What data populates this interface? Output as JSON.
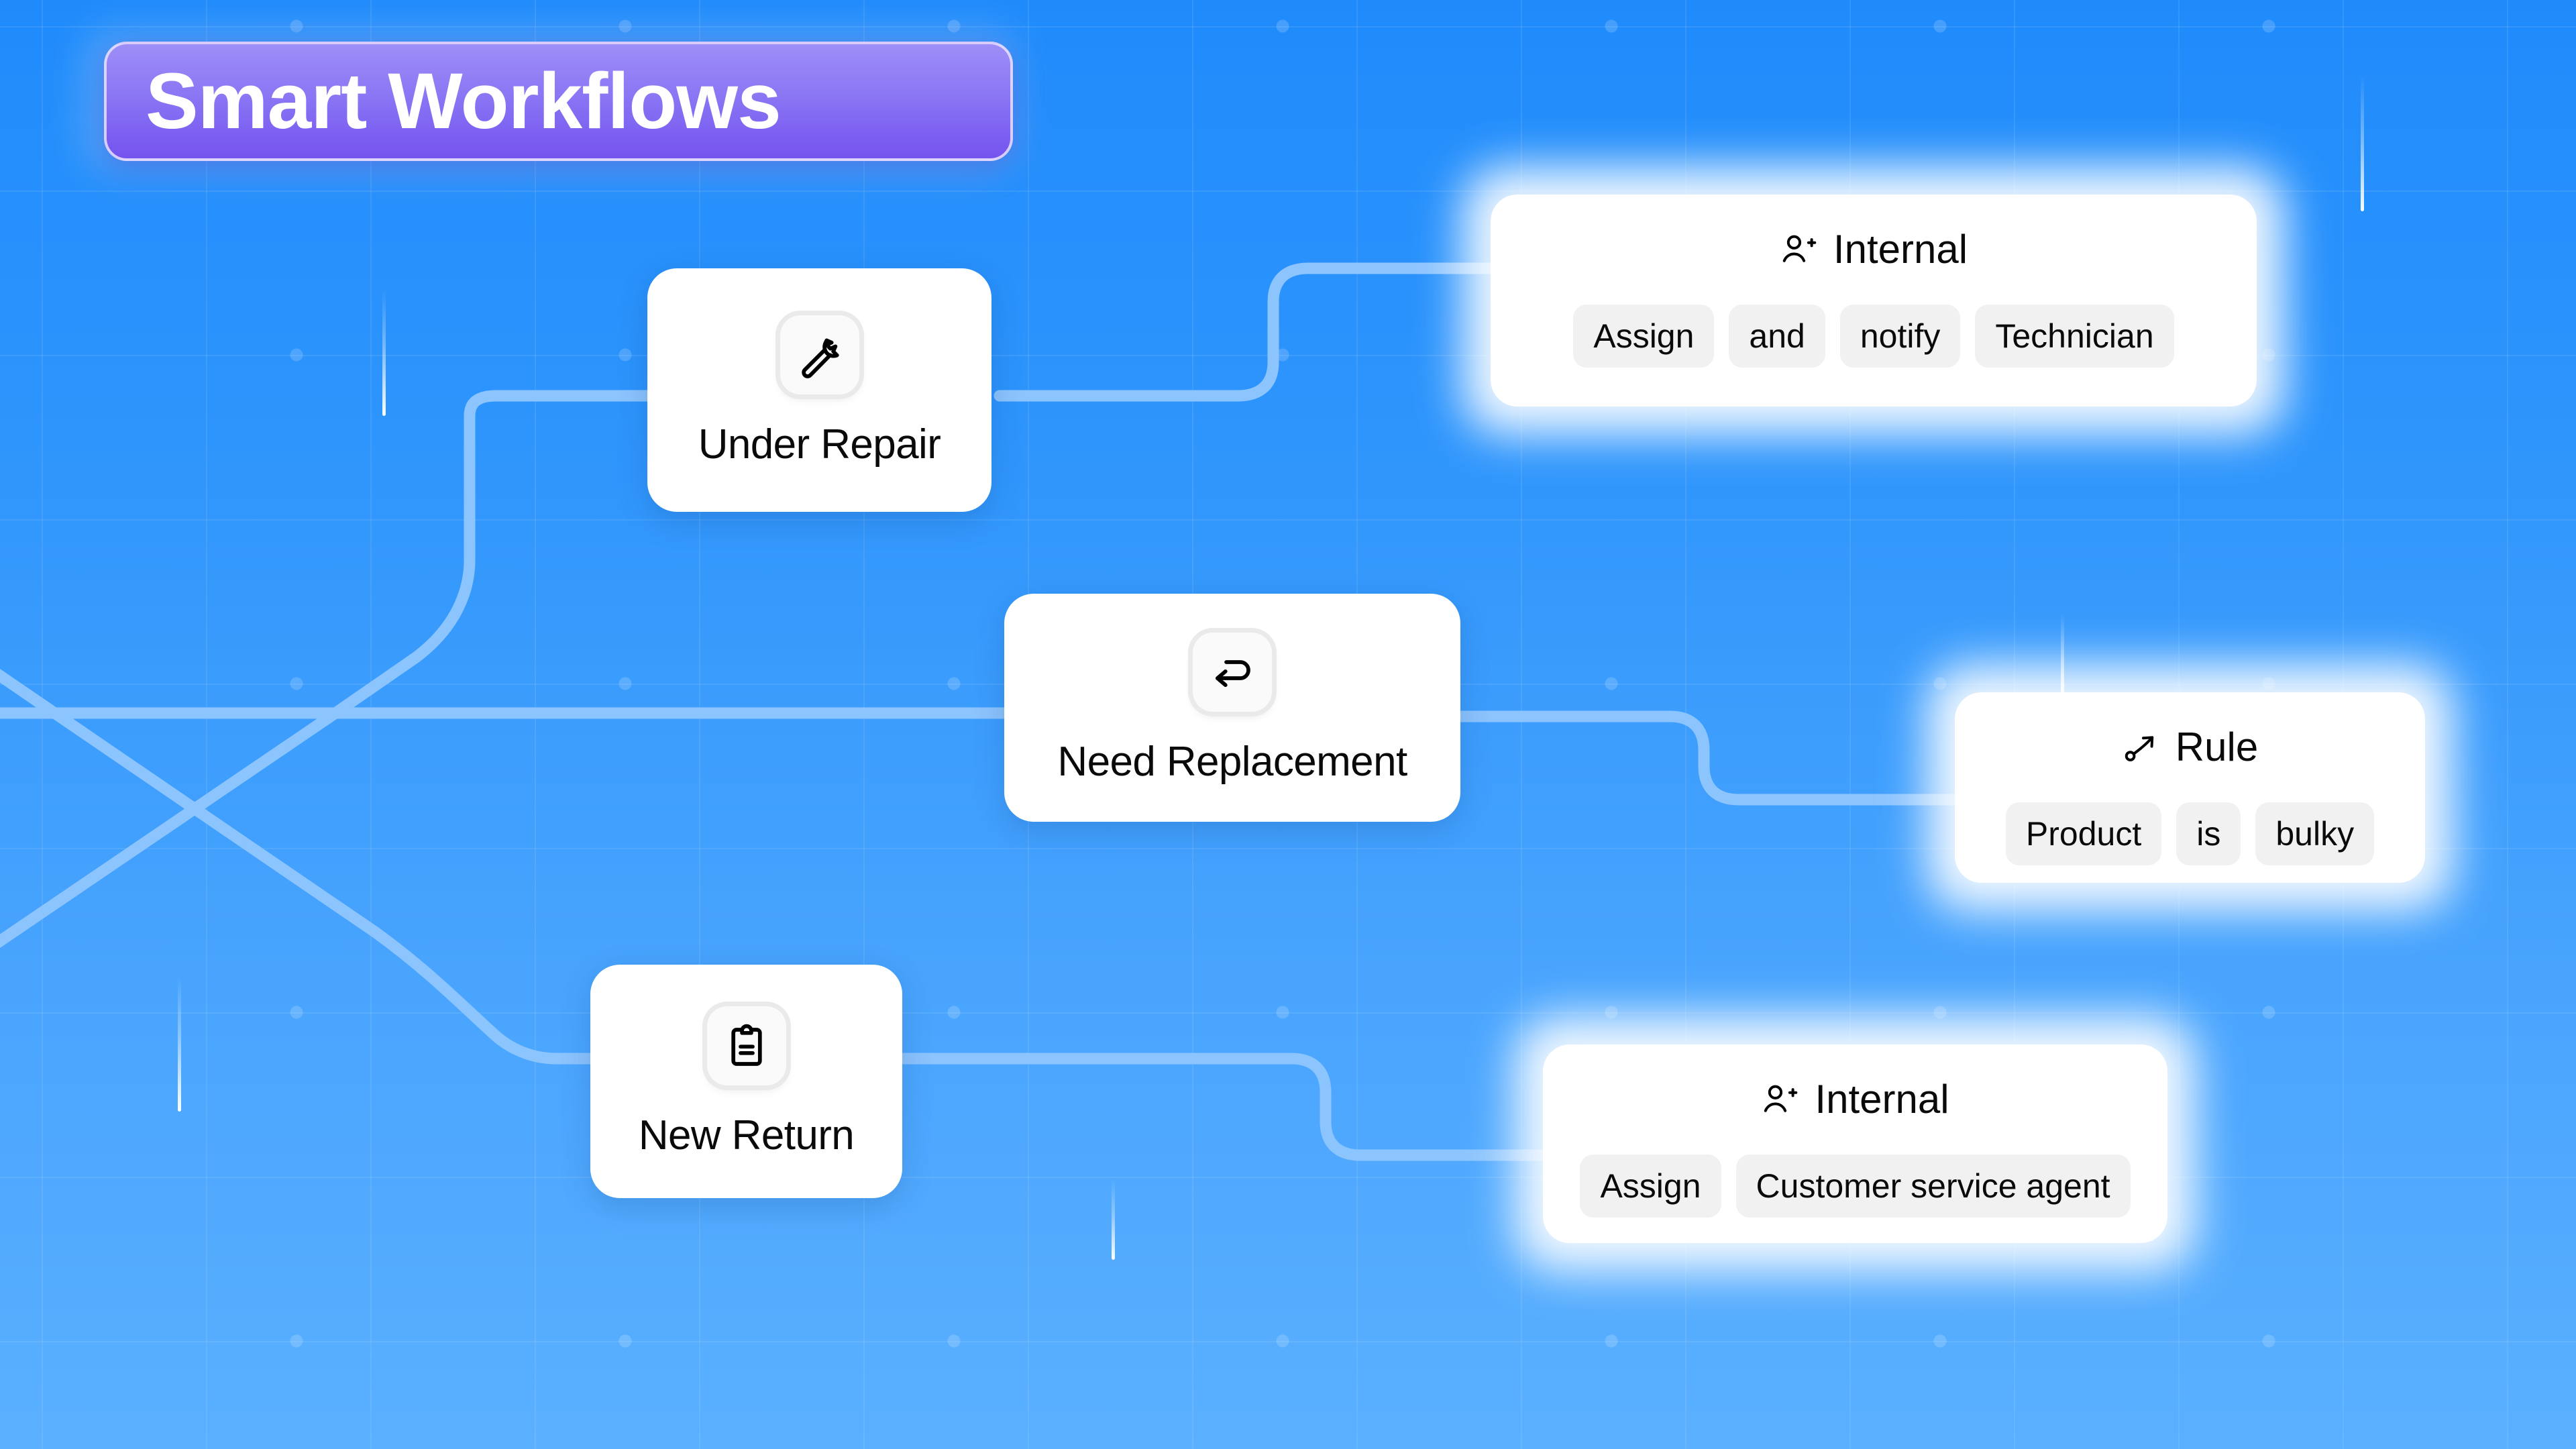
{
  "header": {
    "title": "Smart Workflows",
    "badge_gradient_top": "#9d8ef7",
    "badge_gradient_bottom": "#7453ef"
  },
  "canvas": {
    "background_top": "#1f8bfb",
    "background_bottom": "#5bb0ff",
    "connector_color": "#8cc4fd"
  },
  "nodes": [
    {
      "id": "under-repair",
      "label": "Under Repair",
      "icon": "wrench-icon"
    },
    {
      "id": "need-replacement",
      "label": "Need Replacement",
      "icon": "return-arrow-icon"
    },
    {
      "id": "new-return",
      "label": "New Return",
      "icon": "clipboard-icon"
    }
  ],
  "actions": [
    {
      "id": "internal-technician",
      "title": "Internal",
      "icon": "user-plus-icon",
      "pills": [
        "Assign",
        "and",
        "notify",
        "Technician"
      ]
    },
    {
      "id": "rule-bulky",
      "title": "Rule",
      "icon": "branch-arrow-icon",
      "pills": [
        "Product",
        "is",
        "bulky"
      ]
    },
    {
      "id": "internal-agent",
      "title": "Internal",
      "icon": "user-plus-icon",
      "pills": [
        "Assign",
        "Customer service agent"
      ]
    }
  ]
}
